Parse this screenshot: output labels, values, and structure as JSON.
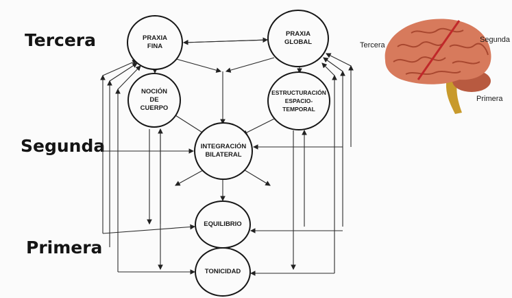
{
  "levels": {
    "third": "Tercera",
    "second": "Segunda",
    "first": "Primera"
  },
  "nodes": {
    "praxia_fina": [
      "PRAXIA",
      "FINA"
    ],
    "praxia_global": [
      "PRAXIA",
      "GLOBAL"
    ],
    "nocion_cuerpo": [
      "NOCIÓN",
      "DE",
      "CUERPO"
    ],
    "estructuracion": [
      "ESTRUCTURACIÓN",
      "ESPACIO-",
      "TEMPORAL"
    ],
    "integracion": [
      "INTEGRACIÓN",
      "BILATERAL"
    ],
    "equilibrio": [
      "EQUILIBRIO"
    ],
    "tonicidad": [
      "TONICIDAD"
    ]
  },
  "brain": {
    "label_third": "Tercera",
    "label_second": "Segunda",
    "label_first": "Primera",
    "colors": {
      "cortex": "#d77a5c",
      "gyri": "#a8472f",
      "cerebellum": "#b85a40",
      "stem": "#c89a2c",
      "divider": "#c0282a"
    }
  }
}
